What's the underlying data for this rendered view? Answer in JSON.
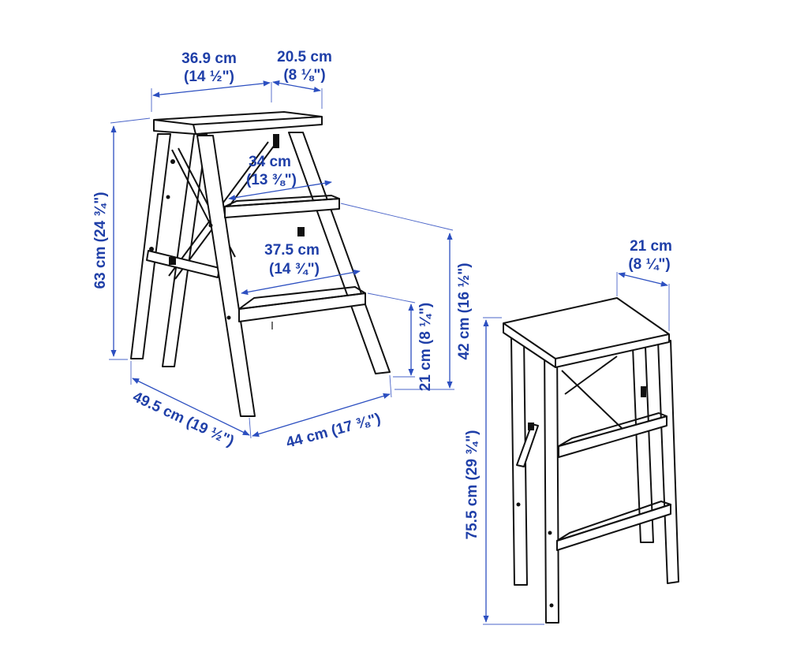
{
  "colors": {
    "dimension": "#1f3fa8",
    "outline": "#111111",
    "background": "#ffffff"
  },
  "open_stool": {
    "top_width": {
      "metric": "36.9 cm",
      "imperial": "(14 ½\")"
    },
    "top_depth": {
      "metric": "20.5 cm",
      "imperial": "(8 ⅛\")"
    },
    "step1_width": {
      "metric": "34 cm",
      "imperial": "(13 ⅜\")"
    },
    "step2_width": {
      "metric": "37.5 cm",
      "imperial": "(14 ¾\")"
    },
    "height": {
      "text": "63 cm (24 ¾\")"
    },
    "step_height_upper": {
      "text": "42 cm (16 ½\")"
    },
    "step_height_lower": {
      "text": "21 cm (8 ¼\")"
    },
    "base_depth": {
      "text": "49.5 cm (19 ½\")"
    },
    "base_width": {
      "text": "44 cm (17 ⅜\")"
    }
  },
  "folded_stool": {
    "depth": {
      "metric": "21 cm",
      "imperial": "(8 ¼\")"
    },
    "height": {
      "text": "75.5 cm (29 ¾\")"
    }
  }
}
